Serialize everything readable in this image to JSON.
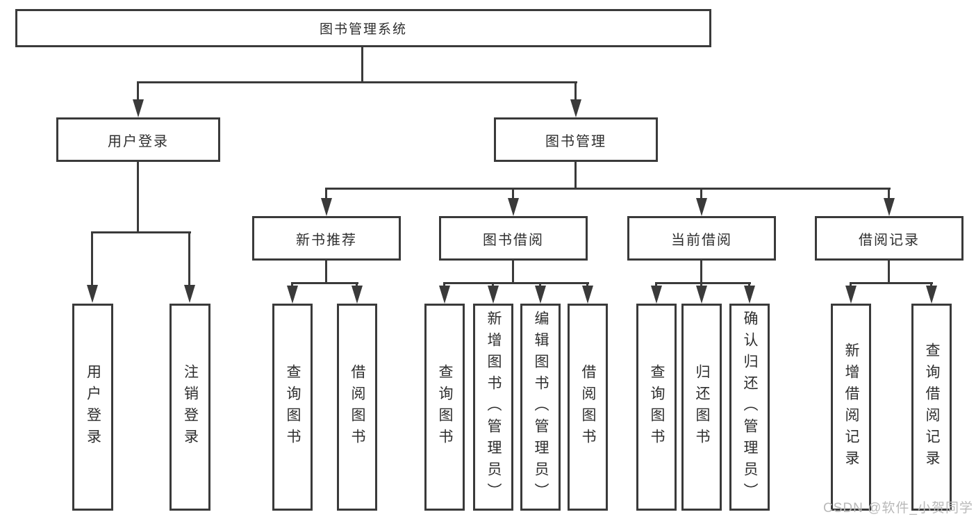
{
  "diagram": {
    "type": "tree",
    "root": {
      "label": "图书管理系统"
    },
    "branches": [
      {
        "label": "用户登录",
        "children": [
          {
            "label": "用户登录"
          },
          {
            "label": "注销登录"
          }
        ]
      },
      {
        "label": "图书管理",
        "children": [
          {
            "label": "新书推荐",
            "children": [
              {
                "label": "查询图书"
              },
              {
                "label": "借阅图书"
              }
            ]
          },
          {
            "label": "图书借阅",
            "children": [
              {
                "label": "查询图书"
              },
              {
                "label": "新增图书（管理员）"
              },
              {
                "label": "编辑图书（管理员）"
              },
              {
                "label": "借阅图书"
              }
            ]
          },
          {
            "label": "当前借阅",
            "children": [
              {
                "label": "查询图书"
              },
              {
                "label": "归还图书"
              },
              {
                "label": "确认归还（管理员）"
              }
            ]
          },
          {
            "label": "借阅记录",
            "children": [
              {
                "label": "新增借阅记录"
              },
              {
                "label": "查询借阅记录"
              }
            ]
          }
        ]
      }
    ]
  },
  "watermark": {
    "text": "CSDN @软件_小贺同学"
  },
  "colors": {
    "line": "#3a3a3a",
    "text": "#2e2e2e",
    "box_fill": "#ffffff",
    "background": "#ffffff",
    "watermark": "#b9b9b9"
  }
}
